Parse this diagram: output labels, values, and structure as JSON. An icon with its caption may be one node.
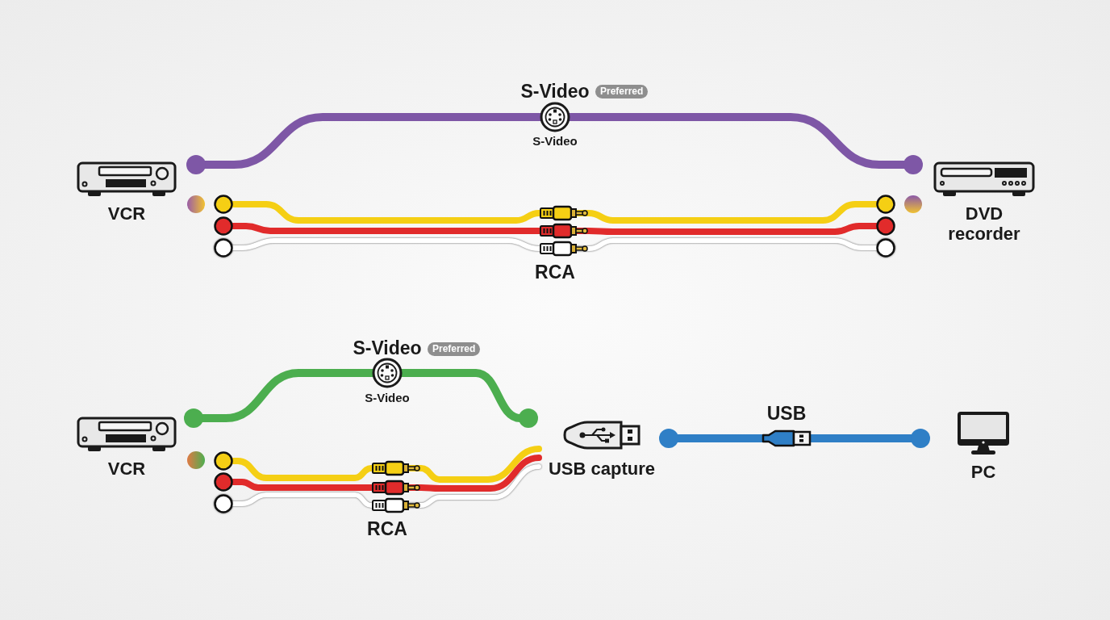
{
  "diagram": {
    "nodes": [
      {
        "text": [
          "VCR"
        ]
      },
      {
        "text": [
          "DVD recorder"
        ]
      },
      {
        "text": [
          "VCR"
        ]
      },
      {
        "text": [
          "USB capture"
        ]
      },
      {
        "text": [
          "PC"
        ]
      }
    ],
    "edges": [
      {
        "from": 0,
        "to": 1,
        "arrow": "other",
        "label": "S-Video",
        "color": "#7e57a6"
      },
      {
        "from": 0,
        "to": 1,
        "arrow": "other",
        "color": "#f5cf14"
      },
      {
        "from": 0,
        "to": 1,
        "arrow": "other",
        "color": "#e12b2b"
      },
      {
        "from": 0,
        "to": 1,
        "arrow": "other",
        "color": "#ffffff"
      },
      {
        "from": 2,
        "to": 3,
        "arrow": "other",
        "label": "S-Video",
        "color": "#4cae4f"
      },
      {
        "from": 2,
        "to": 3,
        "arrow": "other",
        "color": "#f5cf14"
      },
      {
        "from": 2,
        "to": 3,
        "arrow": "other",
        "color": "#e12b2b"
      },
      {
        "from": 2,
        "to": 3,
        "arrow": "other",
        "color": "#ffffff"
      },
      {
        "from": 3,
        "to": 4,
        "arrow": "other",
        "label": "USB",
        "color": "#2f7fc6"
      }
    ],
    "labels": [
      "Preferred",
      "S-Video",
      "RCA",
      "Preferred",
      "S-Video",
      "RCA"
    ]
  }
}
